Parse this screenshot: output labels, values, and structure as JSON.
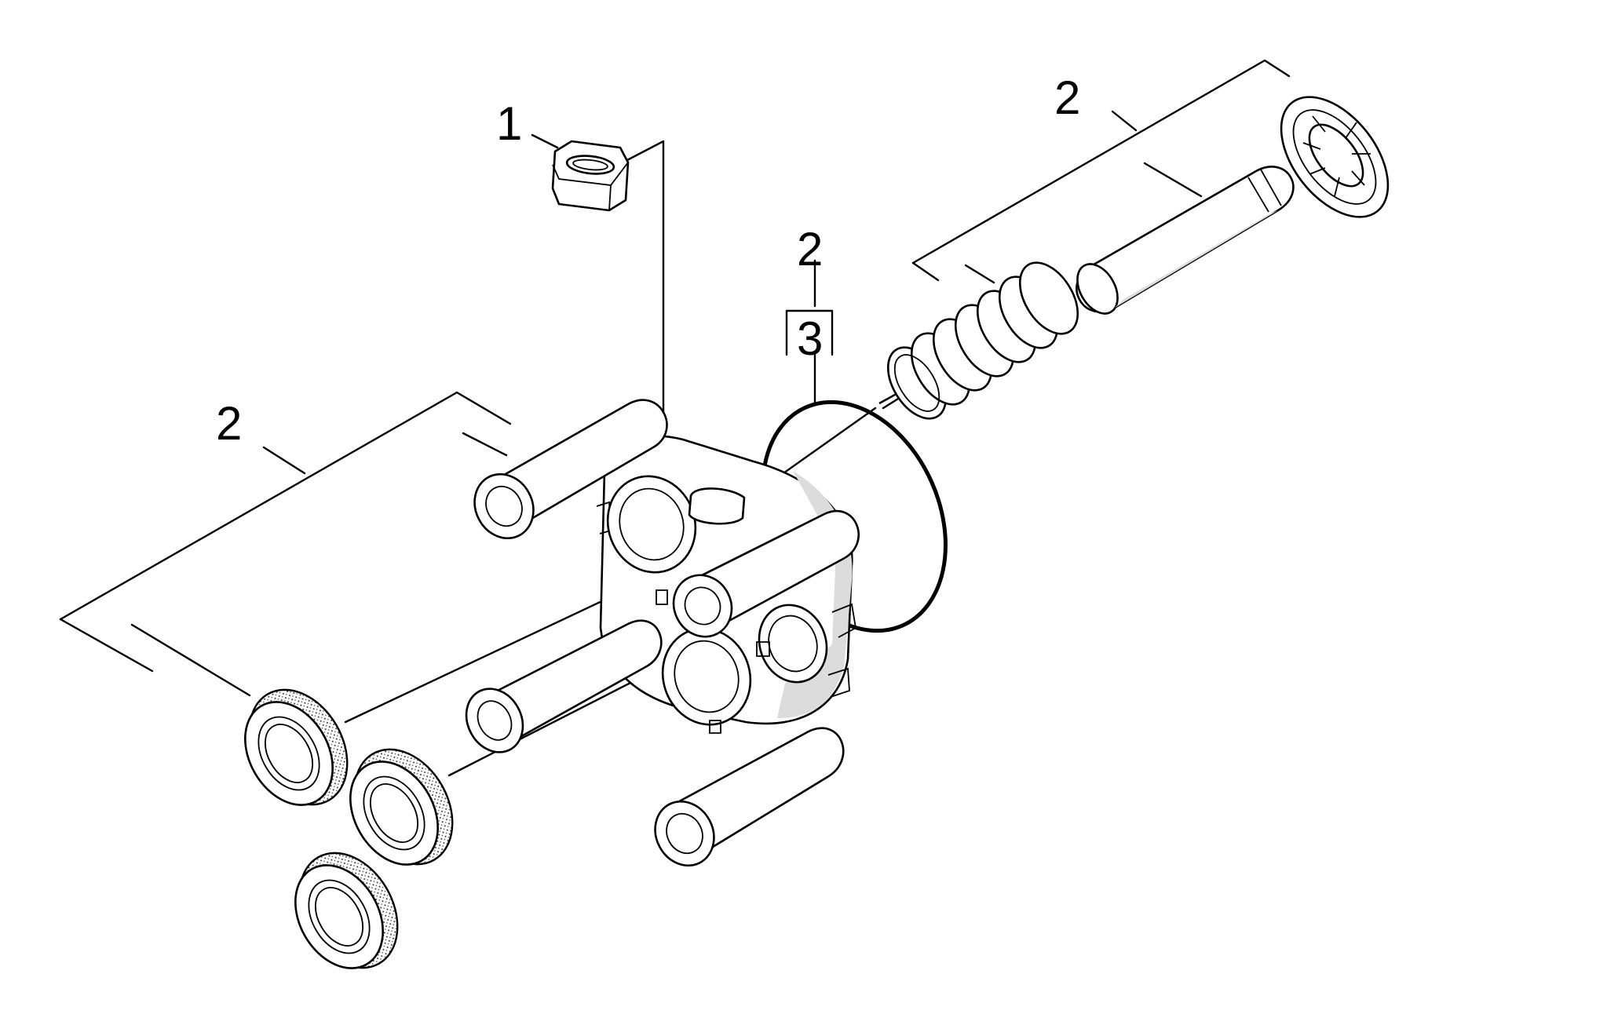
{
  "callouts": {
    "nut": "1",
    "right_group": "2",
    "oring_parent": "2",
    "oring_box": "3",
    "left_group": "2"
  }
}
